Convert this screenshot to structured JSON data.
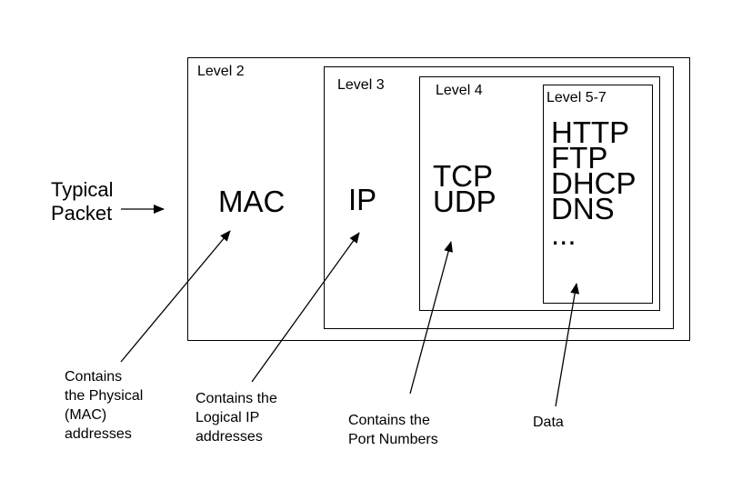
{
  "packet_label": [
    "Typical",
    "Packet"
  ],
  "levels": {
    "l2": {
      "label": "Level 2",
      "content": "MAC"
    },
    "l3": {
      "label": "Level 3",
      "content": "IP"
    },
    "l4": {
      "label": "Level 4",
      "content": [
        "TCP",
        "UDP"
      ]
    },
    "l57": {
      "label": "Level 5-7",
      "content": [
        "HTTP",
        "FTP",
        "DHCP",
        "DNS",
        "..."
      ]
    }
  },
  "notes": {
    "mac": [
      "Contains",
      "the Physical",
      "(MAC)",
      "addresses"
    ],
    "ip": [
      "Contains the",
      "Logical IP",
      "addresses"
    ],
    "port": [
      "Contains the",
      "Port Numbers"
    ],
    "data": [
      "Data"
    ]
  }
}
